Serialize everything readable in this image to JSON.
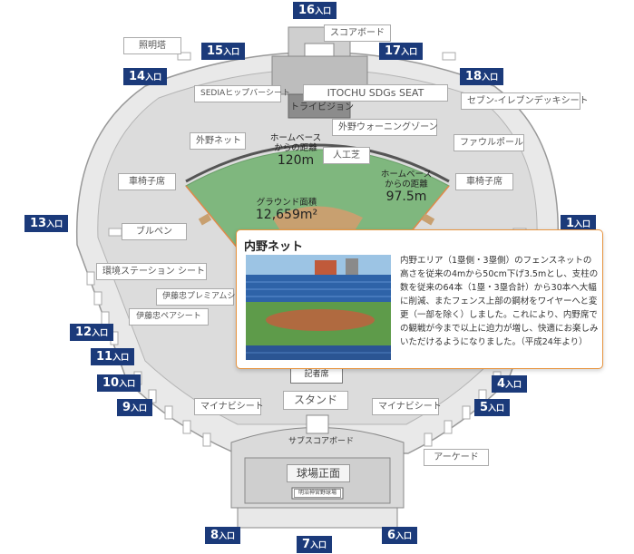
{
  "gates": {
    "g16": "16",
    "g15": "15",
    "g17": "17",
    "g14": "14",
    "g18": "18",
    "g13": "13",
    "g1": "1",
    "g12": "12",
    "g11": "11",
    "g10": "10",
    "g9": "9",
    "g4": "4",
    "g5": "5",
    "g8": "8",
    "g7": "7",
    "g6": "6",
    "suffix": "入口"
  },
  "labels": {
    "lighting_tower": "照明塔",
    "scoreboard": "スコアボード",
    "sedia_seat": "SEDIAヒップバーシート",
    "itochu_sdgs_seat": "ITOCHU SDGs SEAT",
    "seven_eleven_deck": "セブン-イレブンデッキシート",
    "trivision": "トライビジョン",
    "outfield_warning": "外野ウォーニングゾーン",
    "outfield_net": "外野ネット",
    "foul_pole": "ファウルポール",
    "artificial_turf": "人工芝",
    "wheelchair_left": "車椅子席",
    "wheelchair_right": "車椅子席",
    "bullpen": "ブルペン",
    "env_station_seat": "環境ステーション シート",
    "itochu_premium": "伊藤忠プレミアムシ",
    "itochu_pair": "伊藤忠ペアシート",
    "mynavi_left": "マイナビシート",
    "mynavi_right": "マイナビシート",
    "stand": "スタンド",
    "sub_scoreboard": "サブスコアボード",
    "arcade": "アーケード",
    "stadium_front": "球場正面",
    "front_sign": "明治神宮野球場",
    "partial_center": "記者席"
  },
  "field": {
    "center_dist_label_1": "ホームベース",
    "center_dist_label_2": "からの距離",
    "center_dist_value": "120m",
    "side_dist_label_1": "ホームベース",
    "side_dist_label_2": "からの距離",
    "side_dist_value": "97.5m",
    "area_label": "グラウンド面積",
    "area_value": "12,659m²"
  },
  "popup": {
    "title": "内野ネット",
    "body": "内野エリア（1塁側・3塁側）のフェンスネットの高さを従来の4mから50cm下げ3.5mとし、支柱の数を従来の64本（1塁・3塁合計）から30本へ大幅に削減、またフェンス上部の鋼材をワイヤーへと変更（一部を除く）しました。これにより、内野席での観戦が今まで以上に迫力が増し、快適にお楽しみいただけるようになりました。（平成24年より）"
  },
  "colors": {
    "gate_bg": "#1b3a7a",
    "field_green": "#7fb77e",
    "infield_dirt": "#c8a070",
    "stand_gray": "#d9d9d9",
    "popup_border": "#e89540",
    "foul_line": "#e0894a"
  }
}
